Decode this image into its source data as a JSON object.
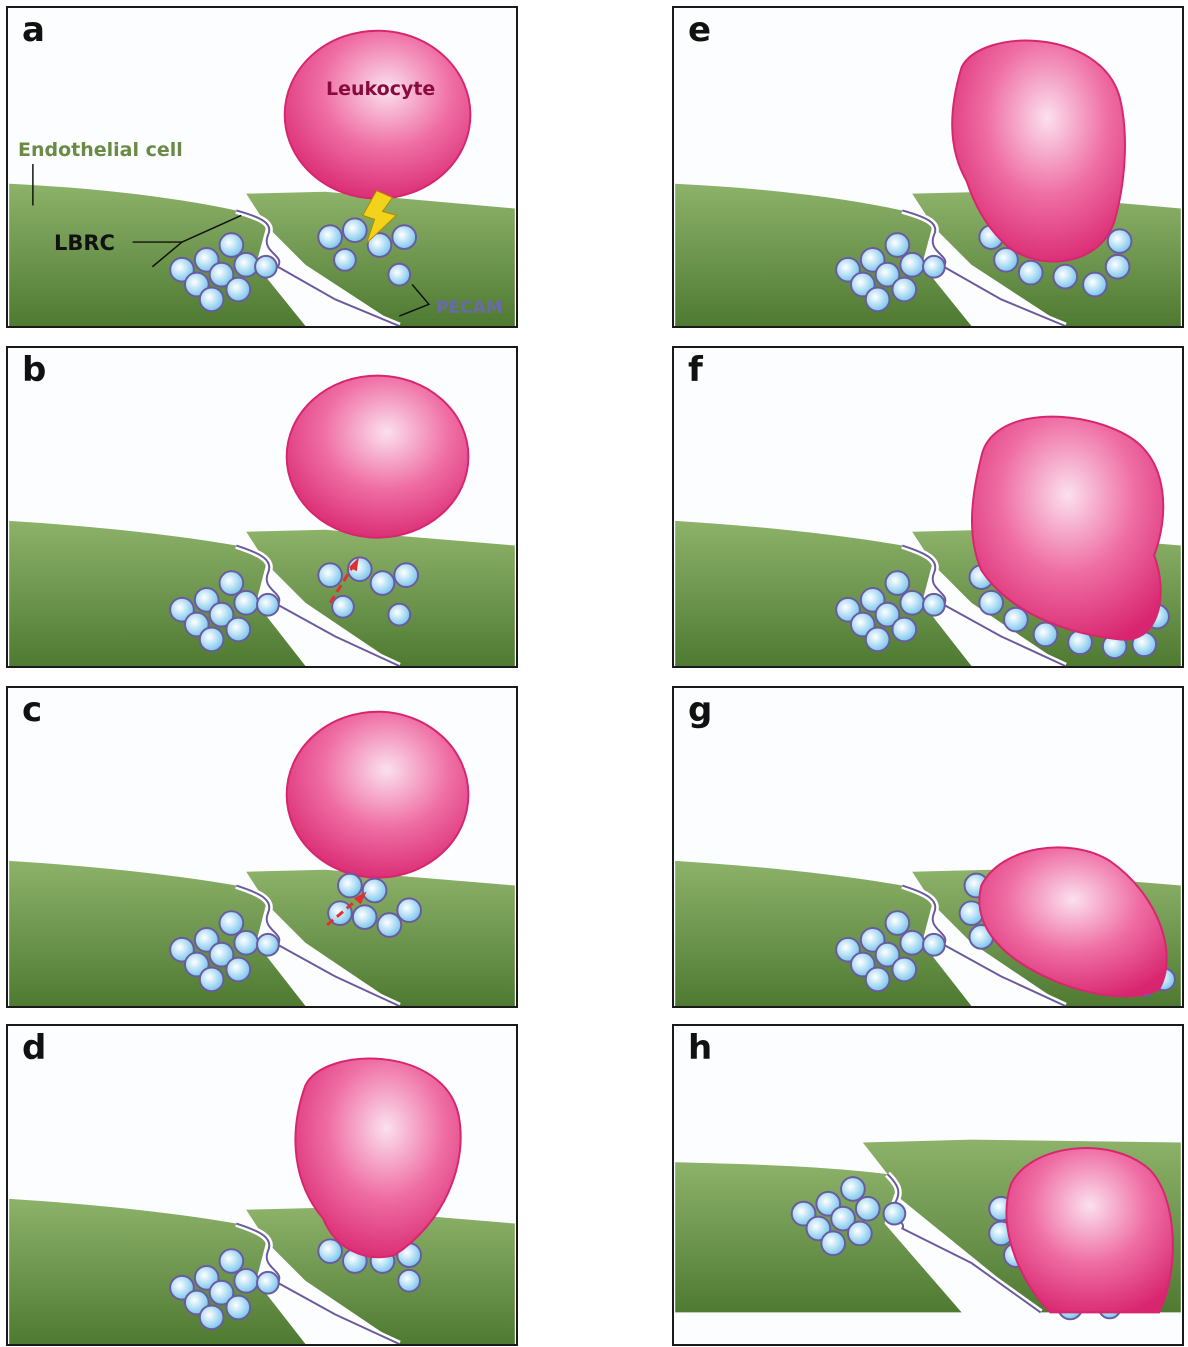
{
  "panels": [
    {
      "letter": "a"
    },
    {
      "letter": "b"
    },
    {
      "letter": "c"
    },
    {
      "letter": "d"
    },
    {
      "letter": "e"
    },
    {
      "letter": "f"
    },
    {
      "letter": "g"
    },
    {
      "letter": "h"
    }
  ],
  "labels": {
    "endothelial_cell": "Endothelial cell",
    "leukocyte": "Leukocyte",
    "lbrc": "LBRC",
    "pecam": "PECAM"
  },
  "colors": {
    "endothelium": "#6f9a4e",
    "leukocyte": "#e8508e",
    "pecam_vesicle": "#8fd2f0",
    "membrane_outline": "#6a5aa0",
    "signal_bolt": "#f2d21a",
    "arrow": "#e03030"
  }
}
